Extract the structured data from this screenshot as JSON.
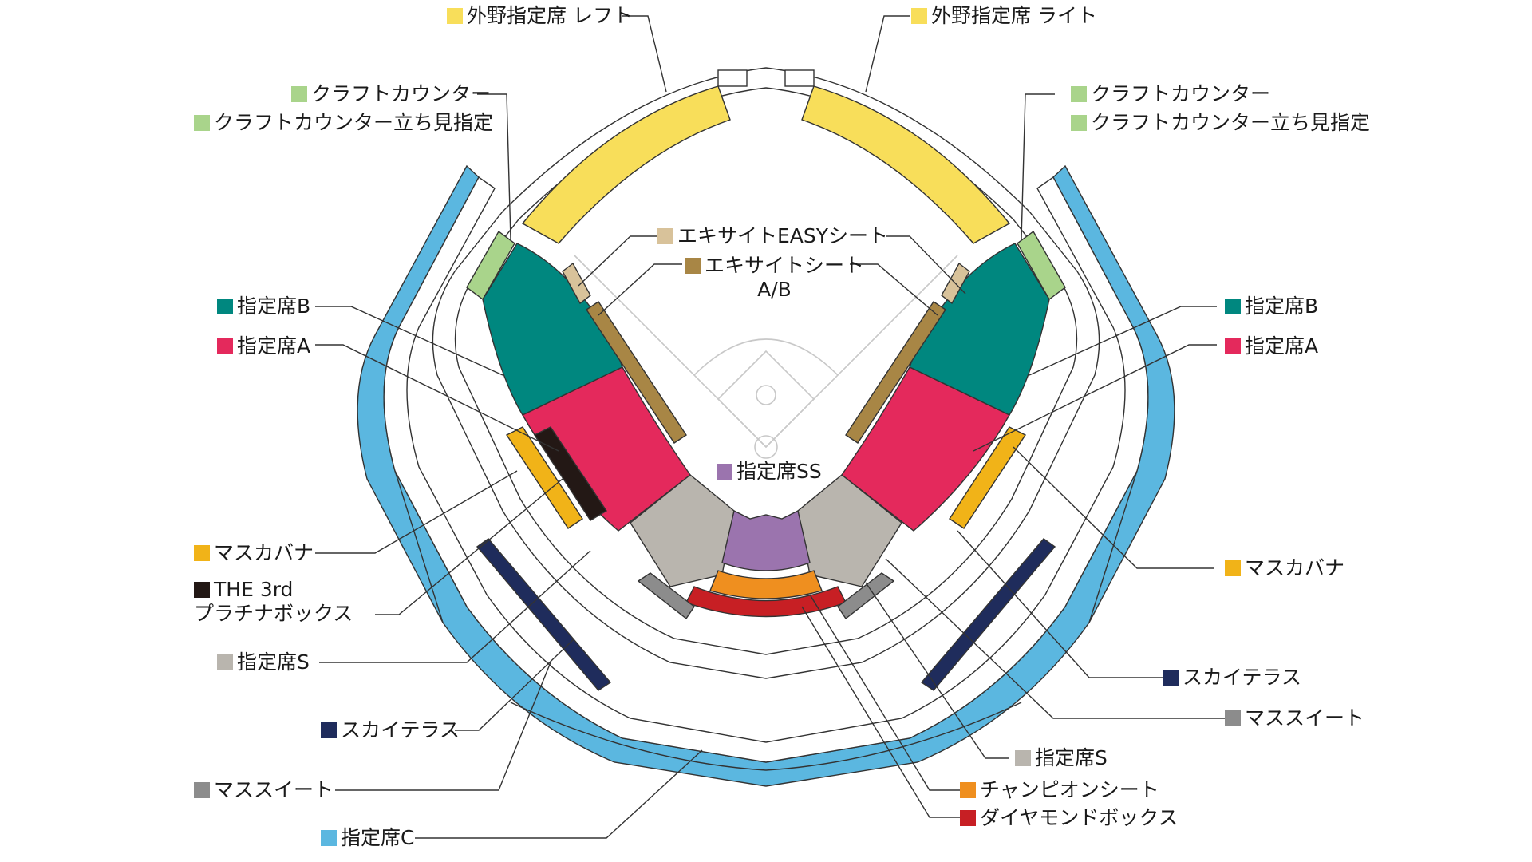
{
  "colors": {
    "outfield": "#f8de5a",
    "craft": "#a9d48b",
    "seatB": "#00877f",
    "seatA": "#e4295c",
    "masukabana": "#f1b318",
    "platinum": "#231815",
    "seatS": "#b9b5ae",
    "skyTerrace": "#1f2c5c",
    "massSuite": "#8c8c8c",
    "seatC": "#5bb7e0",
    "easy": "#d8c29a",
    "exciteAB": "#a88645",
    "seatSS": "#9b74ae",
    "champion": "#ef8f1f",
    "diamond": "#c71f24"
  },
  "labels": {
    "outfieldLeft": "外野指定席 レフト",
    "outfieldRight": "外野指定席 ライト",
    "craftLeft1": "クラフトカウンター",
    "craftLeft2": "クラフトカウンター立ち見指定",
    "craftRight1": "クラフトカウンター",
    "craftRight2": "クラフトカウンター立ち見指定",
    "easy": "エキサイトEASYシート",
    "excite": "エキサイトシート",
    "exciteSub": "A/B",
    "seatBLeft": "指定席B",
    "seatALeft": "指定席A",
    "seatBRight": "指定席B",
    "seatARight": "指定席A",
    "seatSS": "指定席SS",
    "masukabanaLeft": "マスカバナ",
    "platinum": "THE 3rd",
    "platinumSub": "プラチナボックス",
    "seatSLeft": "指定席S",
    "skyTerraceLeft": "スカイテラス",
    "massSuiteLeft": "マススイート",
    "seatC": "指定席C",
    "masukabanaRight": "マスカバナ",
    "skyTerraceRight": "スカイテラス",
    "massSuiteRight": "マススイート",
    "seatSRight": "指定席S",
    "champion": "チャンピオンシート",
    "diamond": "ダイヤモンドボックス"
  }
}
